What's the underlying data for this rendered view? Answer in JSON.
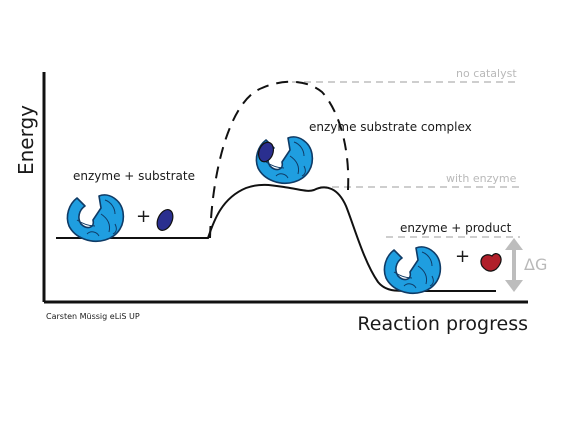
{
  "axes": {
    "y_label": "Energy",
    "x_label": "Reaction progress"
  },
  "annotations": {
    "no_catalyst": "no catalyst",
    "with_enzyme": "with enzyme",
    "enzyme_substrate_complex": "enzyme substrate complex",
    "enzyme_plus_substrate": "enzyme + substrate",
    "enzyme_plus_product": "enzyme + product",
    "delta_g": "ΔG",
    "plus_left": "+",
    "plus_right": "+"
  },
  "credit": "Carsten Müssig eLiS UP",
  "colors": {
    "enzyme": "#1f9ee0",
    "enzyme_outline": "#0f3b66",
    "substrate": "#2a2f8f",
    "product": "#b01f2a",
    "guide_lines": "#bdbdbd",
    "delta_arrow": "#bdbdbd"
  }
}
